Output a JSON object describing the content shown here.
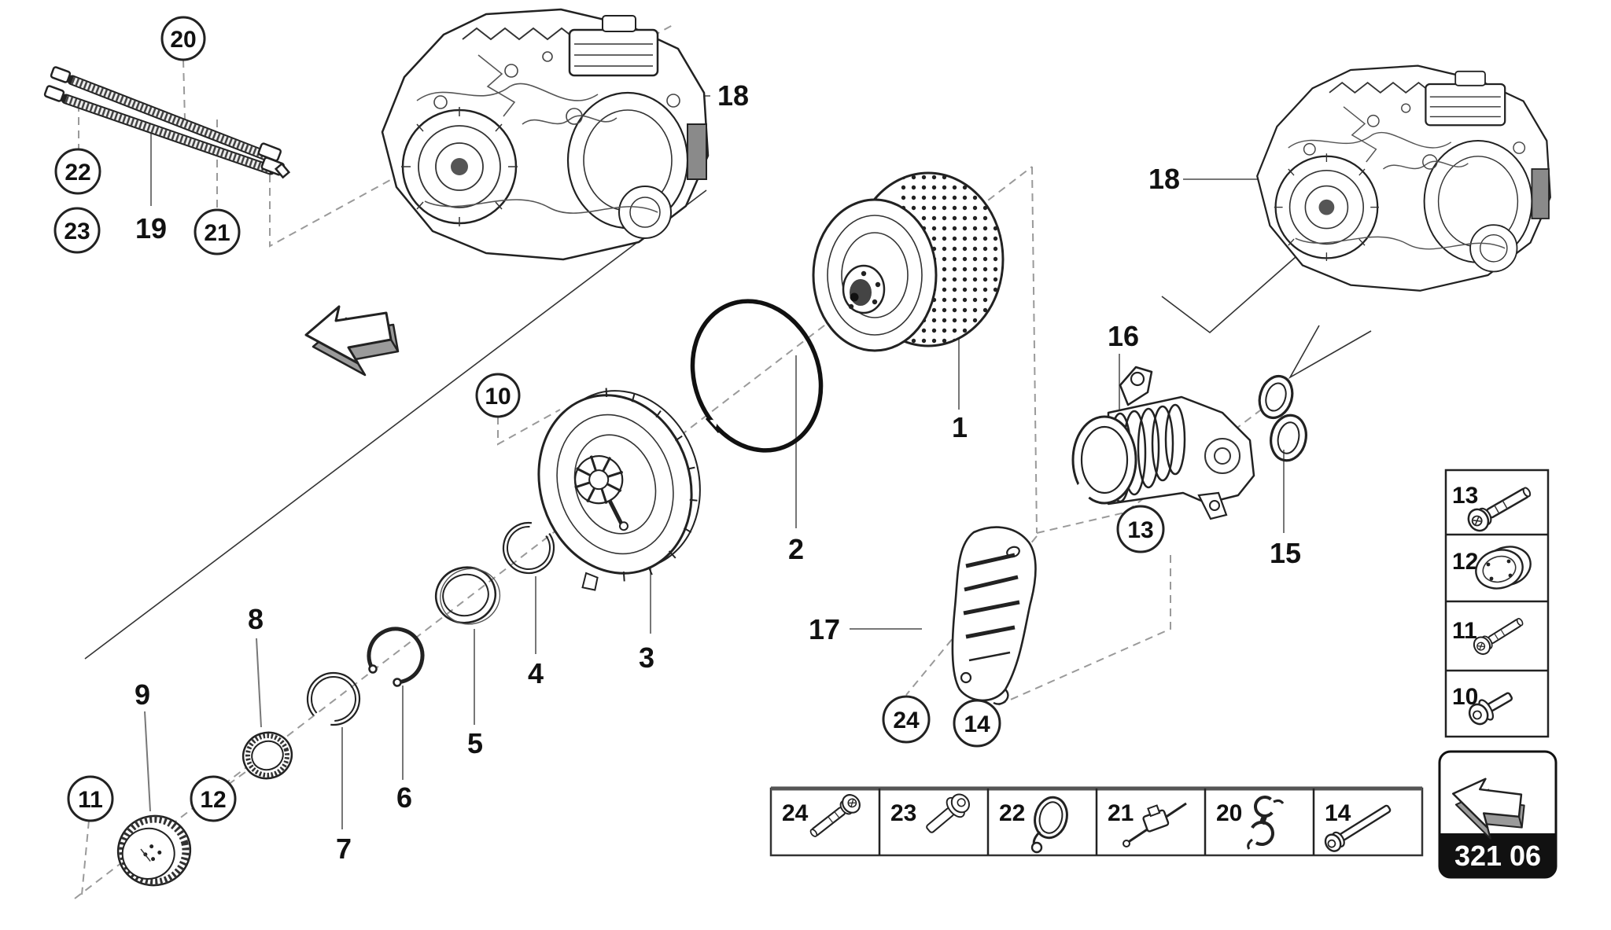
{
  "document": {
    "type": "exploded-parts-diagram",
    "page_code": "321 06"
  },
  "colors": {
    "background": "#ffffff",
    "line": "#1a1a1a",
    "leader_gray": "#777777",
    "dash_gray": "#9a9a9a",
    "metal_gray": "#999999",
    "badge_bg": "#111111",
    "badge_text": "#ffffff"
  },
  "part_labels": {
    "p1": "1",
    "p2": "2",
    "p3": "3",
    "p4": "4",
    "p5": "5",
    "p6": "6",
    "p7": "7",
    "p8": "8",
    "p9": "9",
    "p15": "15",
    "p16": "16",
    "p17": "17",
    "p19": "19",
    "p18_left": "18",
    "p18_right": "18"
  },
  "circled_callouts": {
    "c10": "10",
    "c11": "11",
    "c12": "12",
    "c13": "13",
    "c14": "14",
    "c20": "20",
    "c21": "21",
    "c22": "22",
    "c23": "23",
    "c24": "24"
  },
  "side_table": {
    "rows": [
      {
        "num": "13",
        "icon": "long-bolt-icon"
      },
      {
        "num": "12",
        "icon": "end-cap-icon"
      },
      {
        "num": "11",
        "icon": "medium-bolt-icon"
      },
      {
        "num": "10",
        "icon": "short-screw-icon"
      }
    ]
  },
  "bottom_table": {
    "cells": [
      {
        "num": "24",
        "icon": "flange-bolt-icon"
      },
      {
        "num": "23",
        "icon": "washer-bolt-icon"
      },
      {
        "num": "22",
        "icon": "cable-clamp-icon"
      },
      {
        "num": "21",
        "icon": "retaining-pin-icon"
      },
      {
        "num": "20",
        "icon": "double-clip-icon"
      },
      {
        "num": "14",
        "icon": "long-thin-bolt-icon"
      }
    ]
  },
  "badge": {
    "code": "321 06",
    "icon": "direction-arrow-icon"
  }
}
